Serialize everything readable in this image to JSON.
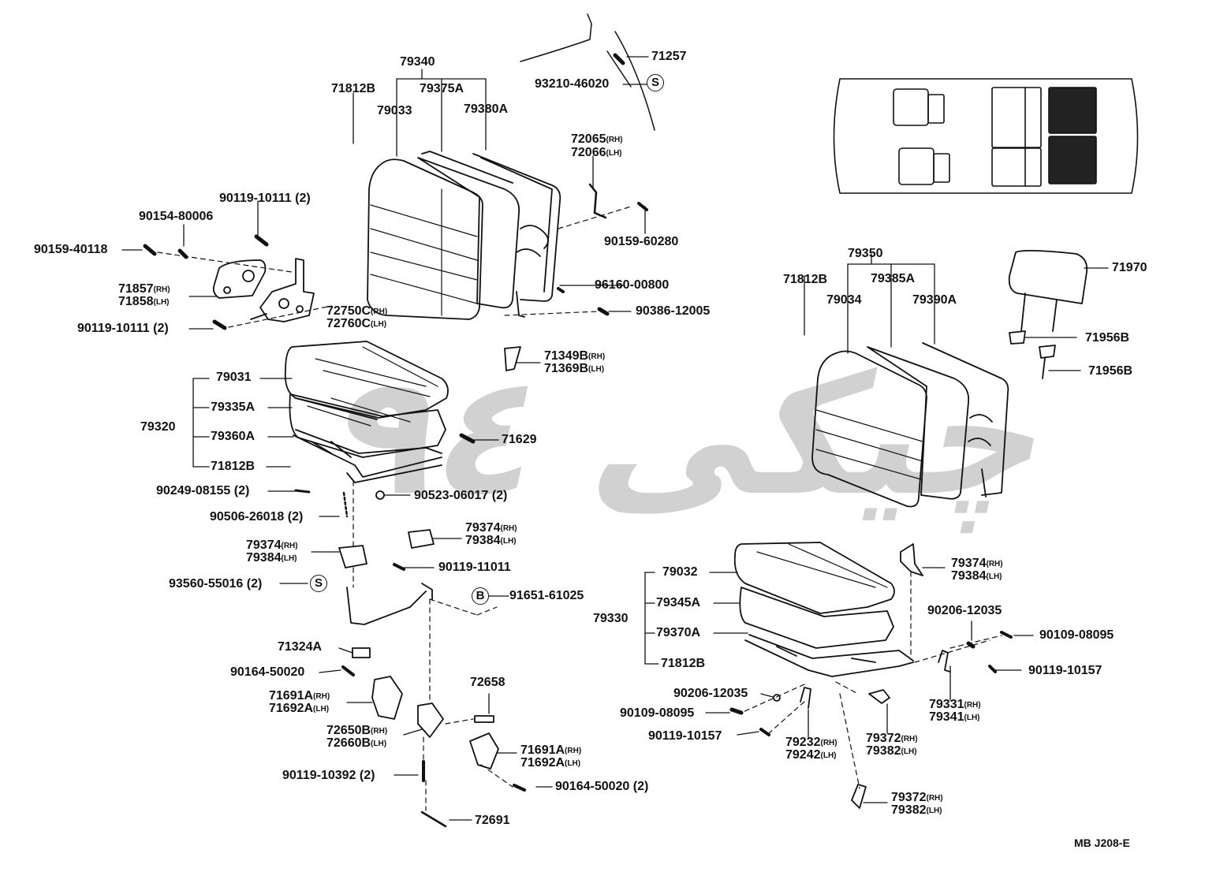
{
  "diagram": {
    "reference_code": "MB J208-E",
    "watermark_text": "ﭼﯿﮑﯽ ٩٤",
    "circle_markers": {
      "s": "S",
      "b": "B"
    },
    "labels": {
      "p79340": "79340",
      "p71812b_a": "71812B",
      "p79375a": "79375A",
      "p79033": "79033",
      "p79380a": "79380A",
      "p71257": "71257",
      "p93210_46020": "93210-46020",
      "p72065": "72065",
      "p72066": "72066",
      "p90119_10111_a": "90119-10111 (2)",
      "p90154_80006": "90154-80006",
      "p90159_40118": "90159-40118",
      "p71857": "71857",
      "p71858": "71858",
      "p72750c": "72750C",
      "p72760c": "72760C",
      "p90119_10111_b": "90119-10111 (2)",
      "p90159_60280": "90159-60280",
      "p96160_00800": "96160-00800",
      "p90386_12005": "90386-12005",
      "p71349b": "71349B",
      "p71369b": "71369B",
      "p79031": "79031",
      "p79320": "79320",
      "p79335a": "79335A",
      "p79360a": "79360A",
      "p71812b_b": "71812B",
      "p71629": "71629",
      "p90249_08155": "90249-08155 (2)",
      "p90523_06017": "90523-06017 (2)",
      "p90506_26018": "90506-26018 (2)",
      "p79374_a": "79374",
      "p79384_a": "79384",
      "p79374_b": "79374",
      "p79384_b": "79384",
      "p93560_55016": "93560-55016 (2)",
      "p90119_11011": "90119-11011",
      "p91651_61025": "91651-61025",
      "p71324a": "71324A",
      "p90164_50020_a": "90164-50020",
      "p71691a_a": "71691A",
      "p71692a_a": "71692A",
      "p72658": "72658",
      "p72650b": "72650B",
      "p72660b": "72660B",
      "p71691a_b": "71691A",
      "p71692a_b": "71692A",
      "p90119_10392": "90119-10392 (2)",
      "p90164_50020_b": "90164-50020 (2)",
      "p72691": "72691",
      "p79350": "79350",
      "p71812b_c": "71812B",
      "p79385a": "79385A",
      "p79034": "79034",
      "p79390a": "79390A",
      "p71970": "71970",
      "p71956b_a": "71956B",
      "p71956b_b": "71956B",
      "p79374_c": "79374",
      "p79384_c": "79384",
      "p79032": "79032",
      "p79330": "79330",
      "p79345a": "79345A",
      "p79370a": "79370A",
      "p71812b_d": "71812B",
      "p90206_12035_a": "90206-12035",
      "p90109_08095_a": "90109-08095",
      "p90119_10157_a": "90119-10157",
      "p79331": "79331",
      "p79341": "79341",
      "p90206_12035_b": "90206-12035",
      "p90109_08095_b": "90109-08095",
      "p90119_10157_b": "90119-10157",
      "p79232": "79232",
      "p79242": "79242",
      "p79372_a": "79372",
      "p79382_a": "79382",
      "p79372_b": "79372",
      "p79382_b": "79382"
    },
    "side_suffix": {
      "rh": "(RH)",
      "lh": "(LH)"
    }
  }
}
